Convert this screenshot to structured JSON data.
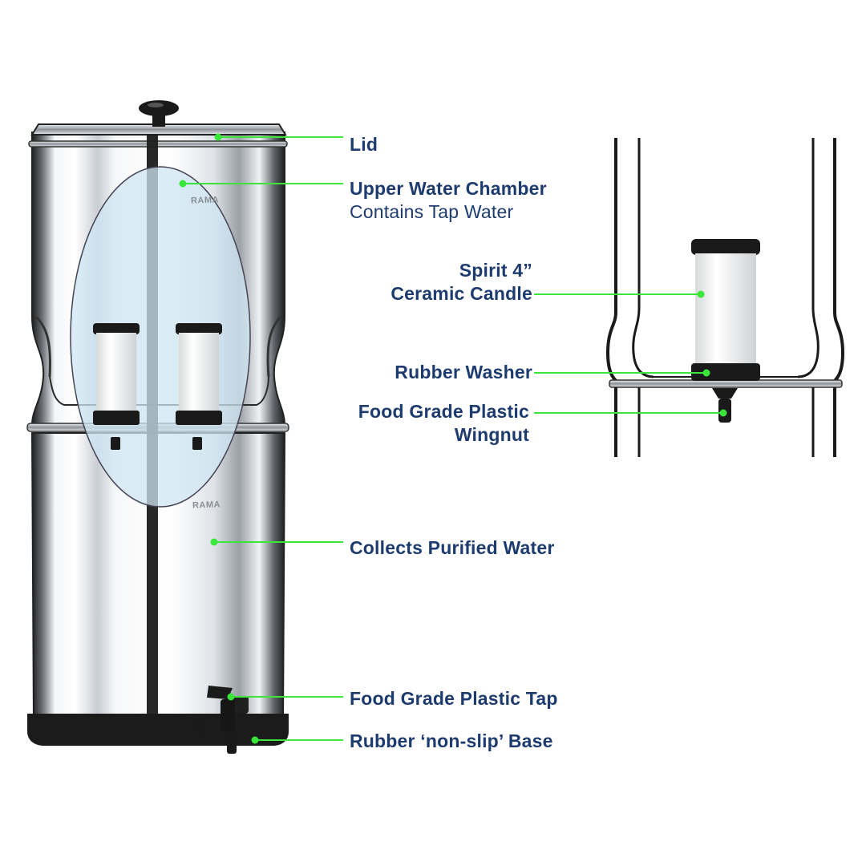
{
  "labels": {
    "lid": "Lid",
    "upper_chamber_title": "Upper Water Chamber",
    "upper_chamber_sub": "Contains Tap Water",
    "candle_line1": "Spirit 4”",
    "candle_line2": "Ceramic Candle",
    "washer": "Rubber Washer",
    "wingnut_line1": "Food Grade Plastic",
    "wingnut_line2": "Wingnut",
    "collects": "Collects Purified Water",
    "tap": "Food Grade Plastic Tap",
    "base": "Rubber ‘non-slip’ Base"
  },
  "brand": {
    "name": "RAMA"
  },
  "colors": {
    "label_text": "#1d3b6e",
    "leader_line": "#39e639",
    "steel": "#d9dde2",
    "rubber": "#1c1c1c",
    "window_tint": "#cfe6f3"
  },
  "icons": [
    "lid-knob-icon",
    "ceramic-candle-icon",
    "wingnut-icon",
    "tap-icon"
  ]
}
